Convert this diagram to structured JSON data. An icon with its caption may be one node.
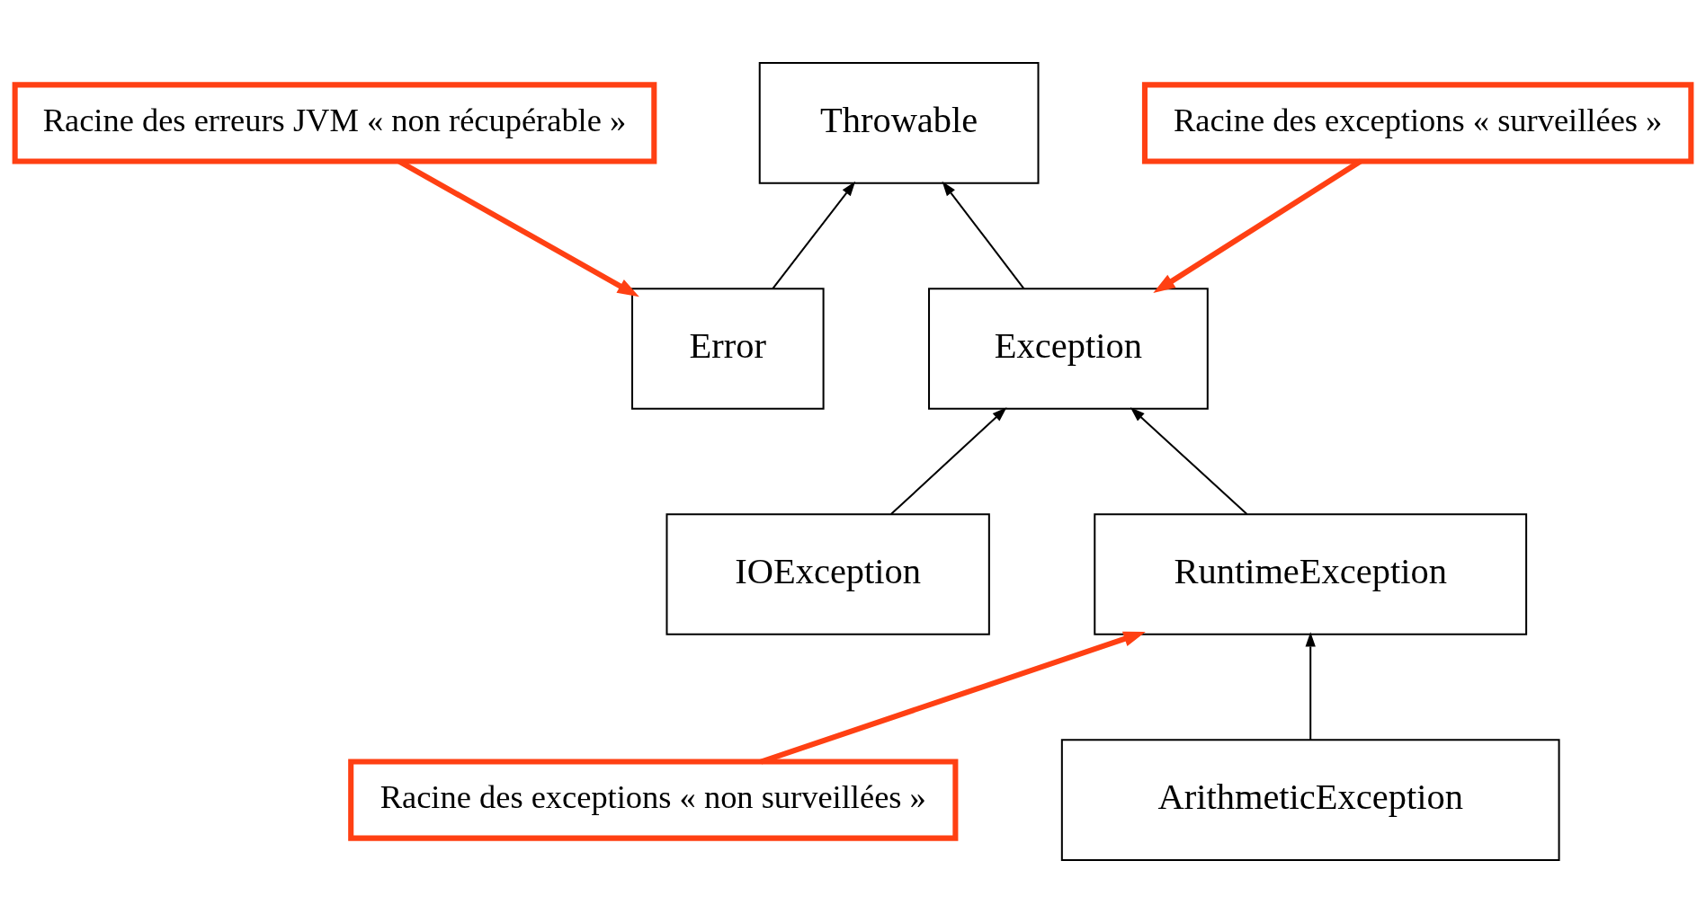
{
  "diagram": {
    "nodes": [
      {
        "text": [
          "Racine des erreurs JVM « non récupérable »"
        ]
      },
      {
        "text": [
          "Throwable"
        ]
      },
      {
        "text": [
          "Racine des exceptions « surveillées »"
        ]
      },
      {
        "text": [
          "Error"
        ]
      },
      {
        "text": [
          "Exception"
        ]
      },
      {
        "text": [
          "IOException"
        ]
      },
      {
        "text": [
          "RuntimeException"
        ]
      },
      {
        "text": [
          "Racine des exceptions « non surveillées »"
        ]
      },
      {
        "text": [
          "ArithmeticException"
        ]
      }
    ],
    "edges": [
      {
        "from": 3,
        "to": 1,
        "arrow": "to"
      },
      {
        "from": 4,
        "to": 1,
        "arrow": "to"
      },
      {
        "from": 0,
        "to": 3,
        "arrow": "to",
        "style": "thick",
        "color": "#ff4013"
      },
      {
        "from": 2,
        "to": 4,
        "arrow": "to",
        "style": "thick",
        "color": "#ff4013"
      },
      {
        "from": 5,
        "to": 4,
        "arrow": "to"
      },
      {
        "from": 6,
        "to": 4,
        "arrow": "to"
      },
      {
        "from": 7,
        "to": 6,
        "arrow": "to",
        "style": "thick",
        "color": "#ff4013"
      },
      {
        "from": 8,
        "to": 6,
        "arrow": "to"
      }
    ]
  }
}
